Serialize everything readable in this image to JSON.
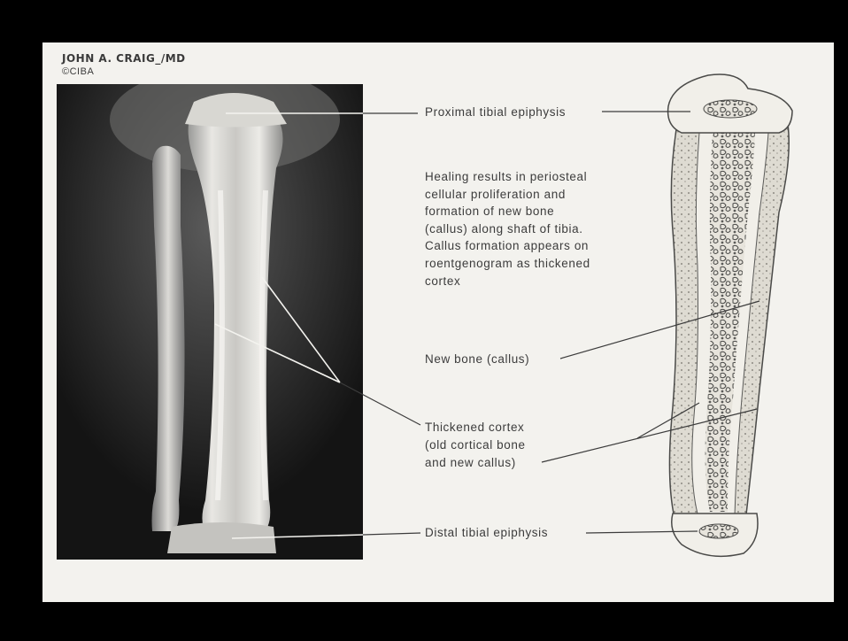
{
  "signature": {
    "name": "JOHN A. CRAIG_/MD",
    "copyright": "©CIBA"
  },
  "labels": {
    "proximal": "Proximal tibial epiphysis",
    "new_bone": "New bone (callus)",
    "cortex_line1": "Thickened cortex",
    "cortex_line2": "(old cortical bone",
    "cortex_line3": "and new callus)",
    "distal": "Distal tibial epiphysis"
  },
  "caption": [
    "Healing results in periosteal",
    "cellular proliferation and",
    "formation of new bone",
    "(callus) along shaft of tibia.",
    "Callus formation appears on",
    "roentgenogram as thickened",
    "cortex"
  ],
  "colors": {
    "background": "#000000",
    "slide": "#f3f2ee",
    "xray_dark": "#141414",
    "bone_light": "#e6e4de",
    "text": "#3c3c3c"
  }
}
